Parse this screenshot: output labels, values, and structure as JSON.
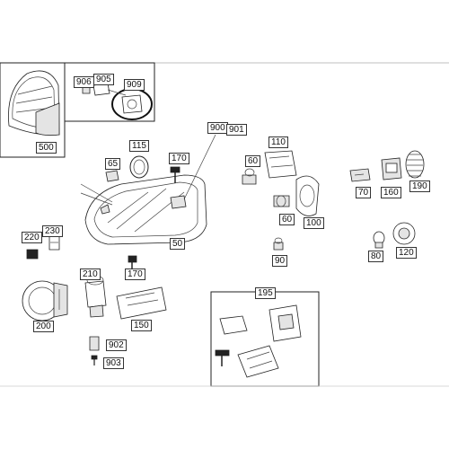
{
  "diagram": {
    "callouts": {
      "c500": "500",
      "c905": "905",
      "c906": "906",
      "c909": "909",
      "c900": "900",
      "c901": "901",
      "c115": "115",
      "c170a": "170",
      "c65": "65",
      "c110": "110",
      "c60a": "60",
      "c60b": "60",
      "c100": "100",
      "c70": "70",
      "c160": "160",
      "c190": "190",
      "c230": "230",
      "c220": "220",
      "c50": "50",
      "c170b": "170",
      "c90": "90",
      "c80": "80",
      "c120": "120",
      "c210": "210",
      "c195": "195",
      "c200": "200",
      "c150": "150",
      "c902": "902",
      "c903": "903"
    }
  }
}
